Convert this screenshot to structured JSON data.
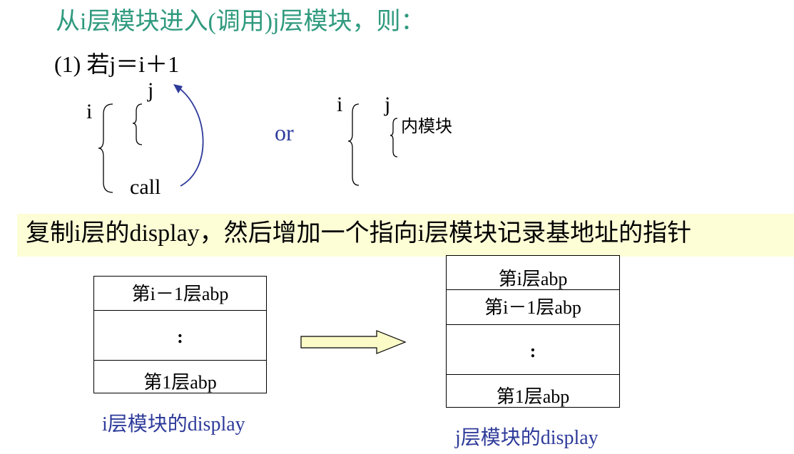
{
  "title": "从i层模块进入(调用)j层模块，则：",
  "case_label": "(1) 若j＝i＋1",
  "diagram": {
    "left": {
      "outer_var": "i",
      "inner_var": "j",
      "call_label": "call"
    },
    "or_label": "or",
    "right": {
      "outer_var": "i",
      "inner_var": "j",
      "inner_label": "内模块"
    }
  },
  "banner": "复制i层的display，然后增加一个指向i层模块记录基地址的指针",
  "display_i": {
    "rows": [
      "第i－1层abp",
      ":",
      "第1层abp"
    ],
    "caption": "i层模块的display"
  },
  "display_j": {
    "rows": [
      "第i层abp",
      "第i－1层abp",
      ":",
      "第1层abp"
    ],
    "caption": "j层模块的display"
  },
  "colors": {
    "title": "#2f9a7e",
    "accent_blue": "#2e3b9a",
    "banner_bg": "#fdfdd6",
    "arrow_fill": "#fbfbc8"
  }
}
